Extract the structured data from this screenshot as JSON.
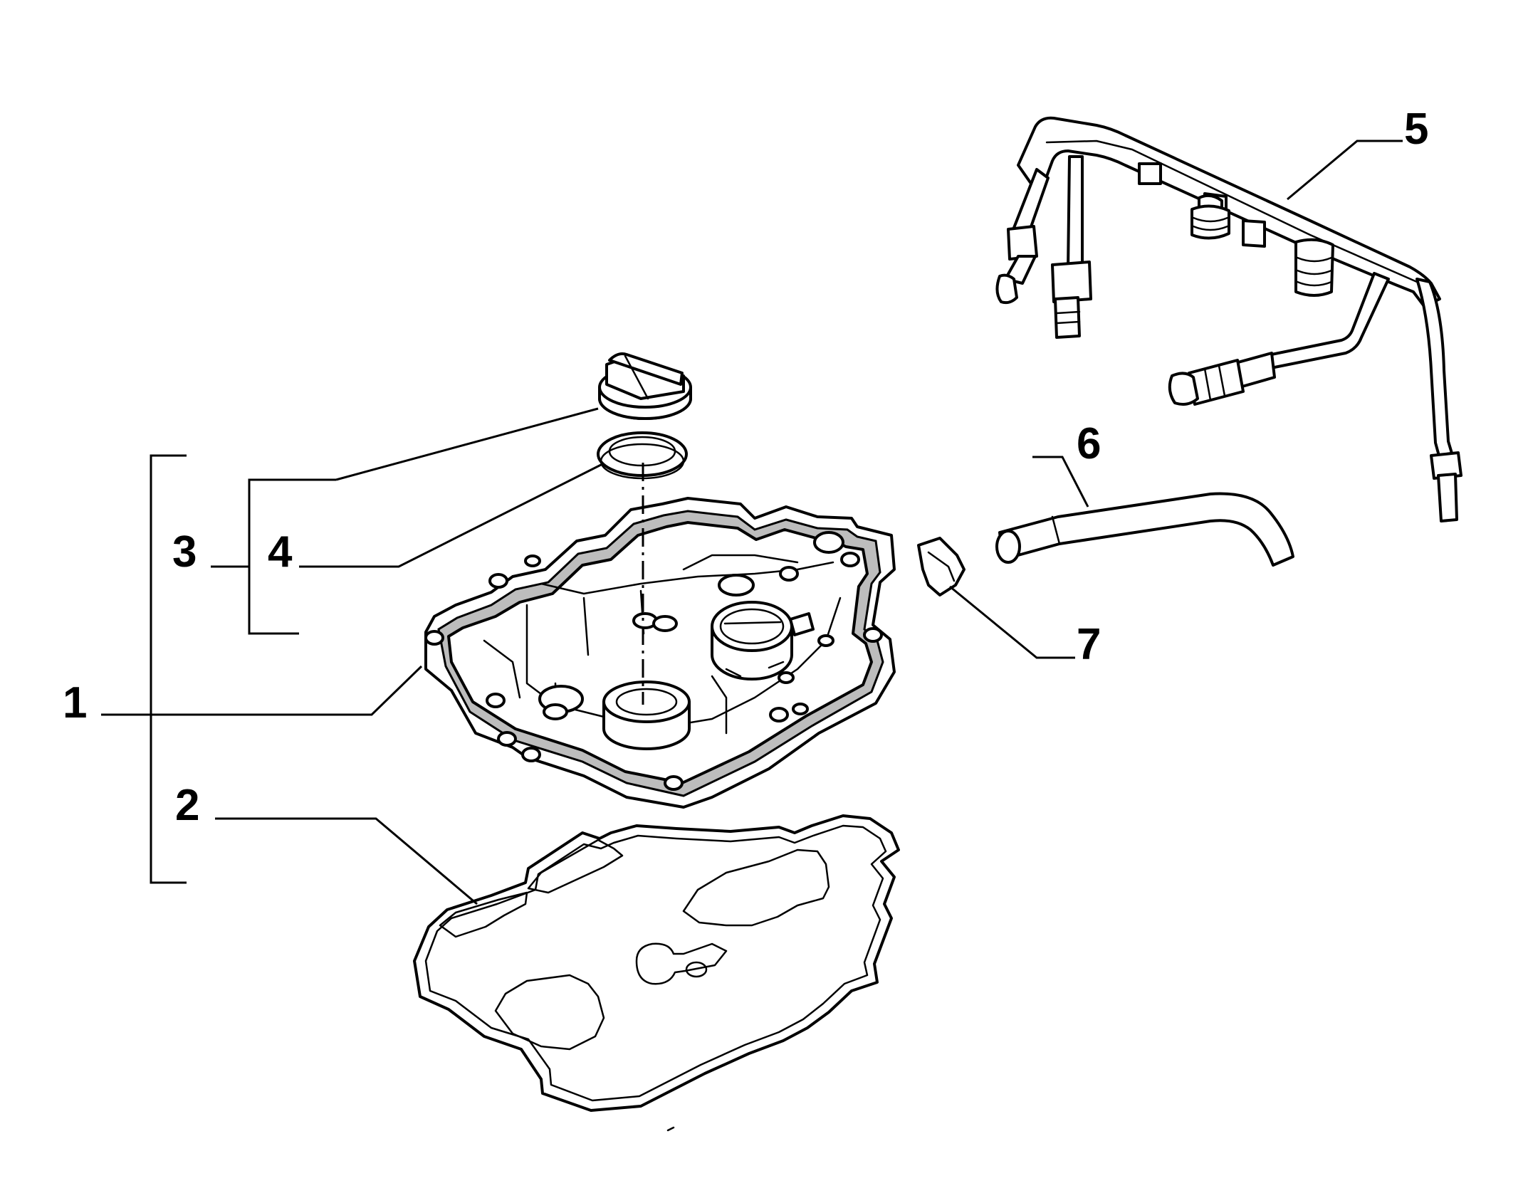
{
  "diagram": {
    "callouts": [
      {
        "id": "1",
        "label": "1"
      },
      {
        "id": "2",
        "label": "2"
      },
      {
        "id": "3",
        "label": "3"
      },
      {
        "id": "4",
        "label": "4"
      },
      {
        "id": "5",
        "label": "5"
      },
      {
        "id": "6",
        "label": "6"
      },
      {
        "id": "7",
        "label": "7"
      }
    ],
    "colors": {
      "line": "#000000",
      "background": "#ffffff",
      "shade": "#bdbdbd"
    }
  }
}
